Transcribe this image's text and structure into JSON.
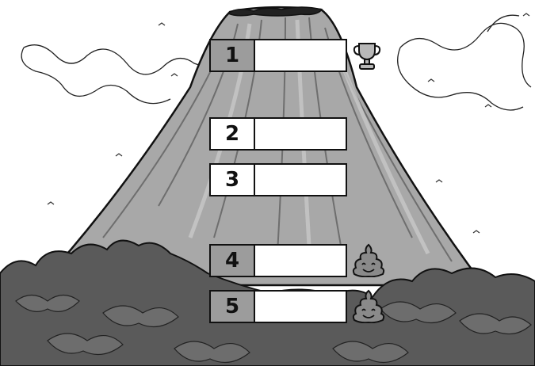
{
  "ranking": {
    "slots": [
      {
        "label": "1",
        "shaded": true,
        "icon": "trophy-icon"
      },
      {
        "label": "2",
        "shaded": false,
        "icon": ""
      },
      {
        "label": "3",
        "shaded": false,
        "icon": ""
      },
      {
        "label": "4",
        "shaded": true,
        "icon": "poop-icon"
      },
      {
        "label": "5",
        "shaded": true,
        "icon": "poop-icon"
      }
    ]
  },
  "colors": {
    "volcano": "#a8a8a8",
    "volcano_dark": "#7c7c7c",
    "foliage": "#5a5a5a",
    "outline": "#111111",
    "trophy": "#b8b8b8",
    "poop": "#8a8a8a"
  }
}
